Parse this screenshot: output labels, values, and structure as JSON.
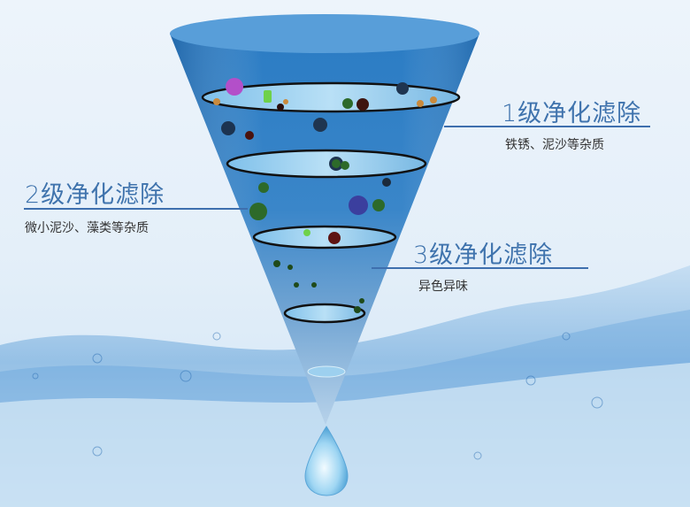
{
  "diagram": {
    "type": "water filtration funnel",
    "colors": {
      "background": "#e8f1fa",
      "funnel_top": "#2f7fc6",
      "funnel_bottom": "#a9cbe8",
      "label_blue": "#3f73ad",
      "line_blue": "#3e6fae",
      "desc_text": "#333333"
    },
    "stages": [
      {
        "title": "1级净化滤除",
        "description": "铁锈、泥沙等杂质"
      },
      {
        "title": "2级净化滤除",
        "description": "微小泥沙、藻类等杂质"
      },
      {
        "title": "3级净化滤除",
        "description": "异色异味"
      }
    ],
    "icons": [
      "funnel-icon",
      "filter-disc-icon",
      "bacteria-icon",
      "water-drop-icon",
      "water-wave-icon"
    ]
  }
}
